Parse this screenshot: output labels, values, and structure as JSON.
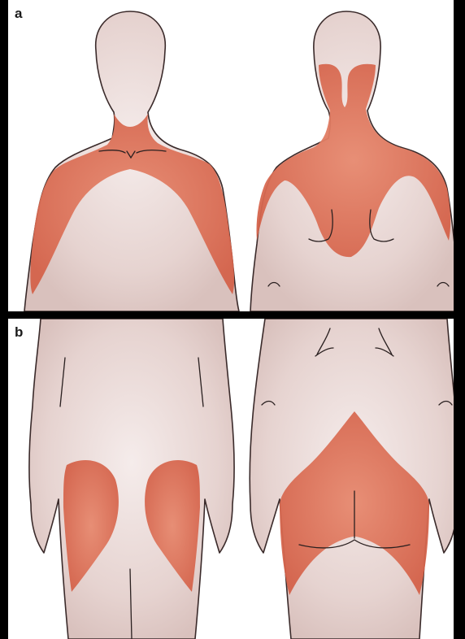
{
  "panels": [
    {
      "id": "a",
      "label": "a"
    },
    {
      "id": "b",
      "label": "b"
    }
  ],
  "colors": {
    "background": "#000000",
    "panel": "#ffffff",
    "skin": "#e6d3d0",
    "skin_highlight": "#f4e9e7",
    "affected": "#dd7156",
    "affected_dark": "#cf5a40",
    "outline": "#3a2a2a"
  }
}
